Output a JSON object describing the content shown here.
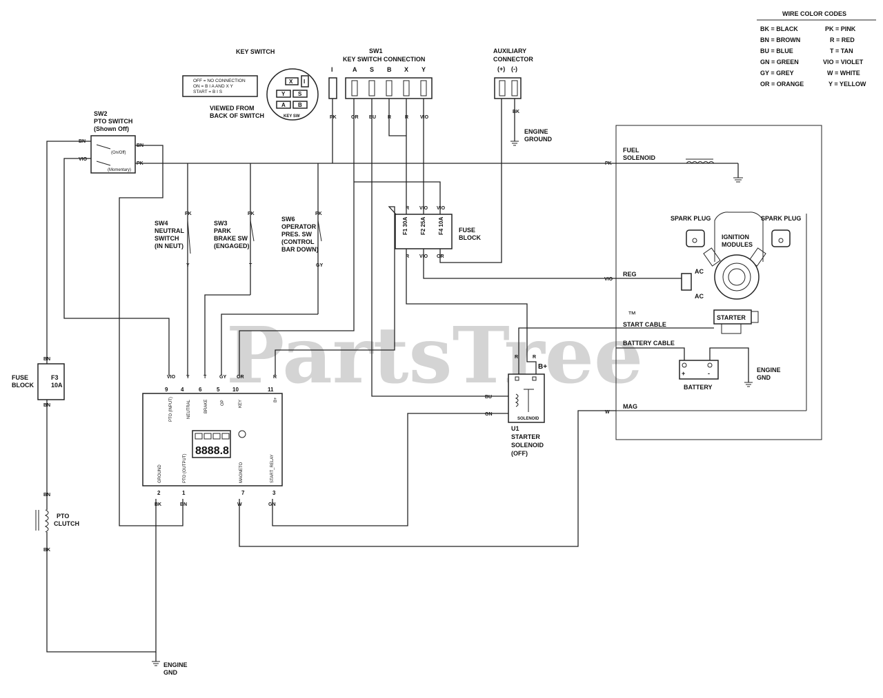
{
  "watermark": "PartsTree",
  "trademark": "™",
  "legend": {
    "title": "WIRE COLOR CODES",
    "left": [
      "BK = BLACK",
      "BN = BROWN",
      "BU = BLUE",
      "GN = GREEN",
      "GY = GREY",
      "OR = ORANGE"
    ],
    "right": [
      "PK = PINK",
      "R = RED",
      "T = TAN",
      "VIO = VIOLET",
      "W = WHITE",
      "Y = YELLOW"
    ]
  },
  "key_switch": {
    "title": "KEY SWITCH",
    "table": [
      "OFF = NO CONNECTION",
      "ON = B I A AND X Y",
      "START = B I S"
    ],
    "viewed": [
      "VIEWED FROM",
      "BACK OF SWITCH"
    ],
    "face_label": "KEY SW",
    "terminals": [
      "X",
      "I",
      "Y",
      "S",
      "A",
      "B"
    ]
  },
  "sw1": {
    "title": [
      "SW1",
      "KEY SWITCH CONNECTION"
    ],
    "pins": [
      "I",
      "A",
      "S",
      "B",
      "X",
      "Y"
    ],
    "wires": [
      "PK",
      "OR",
      "BU",
      "R",
      "R",
      "VIO"
    ]
  },
  "aux": {
    "title": [
      "AUXILIARY",
      "CONNECTOR"
    ],
    "pins": [
      "(+)",
      "(-)"
    ],
    "wire": "BK",
    "ground": [
      "ENGINE",
      "GROUND"
    ]
  },
  "sw2": {
    "title": [
      "SW2",
      "PTO SWITCH",
      "(Shown Off)"
    ],
    "labels": [
      "(On/Off)",
      "(Momentary)"
    ],
    "wires": [
      "BN",
      "VIO",
      "BN",
      "PK"
    ]
  },
  "sw4": {
    "title": [
      "SW4",
      "NEUTRAL",
      "SWITCH",
      "(IN NEUT)"
    ],
    "top": "PK",
    "bottom": "Y"
  },
  "sw3": {
    "title": [
      "SW3",
      "PARK",
      "BRAKE SW",
      "(ENGAGED)"
    ],
    "top": "PK",
    "bottom": "T"
  },
  "sw6": {
    "title": [
      "SW6",
      "OPERATOR",
      "PRES. SW",
      "(CONTROL",
      "BAR DOWN)"
    ],
    "top": "PK",
    "bottom": "GY"
  },
  "fuse_block": {
    "title": [
      "FUSE",
      "BLOCK"
    ],
    "fuses": [
      "F1 30A",
      "F2 25A",
      "F4 10A"
    ],
    "top_wires": [
      "R",
      "VIO",
      "VIO"
    ],
    "bottom_wires": [
      "R",
      "VIO",
      "OR"
    ]
  },
  "fuse_f3": {
    "title": [
      "FUSE",
      "BLOCK"
    ],
    "name": "F3",
    "rating": "10A",
    "wires": [
      "BN",
      "BN"
    ]
  },
  "pto_clutch": {
    "title": [
      "PTO",
      "CLUTCH"
    ],
    "wires": [
      "BN",
      "BK"
    ]
  },
  "module": {
    "top_pins": [
      {
        "num": "9",
        "wire": "VIO",
        "name": "PTO (INPUT)"
      },
      {
        "num": "4",
        "wire": "Y",
        "name": "NEUTRAL"
      },
      {
        "num": "6",
        "wire": "T",
        "name": "BRAKE"
      },
      {
        "num": "5",
        "wire": "GY",
        "name": "OP"
      },
      {
        "num": "10",
        "wire": "OR",
        "name": "KEY"
      },
      {
        "num": "11",
        "wire": "R",
        "name": "B+"
      }
    ],
    "bottom_pins": [
      {
        "num": "2",
        "wire": "BK",
        "name": "GROUND"
      },
      {
        "num": "1",
        "wire": "BN",
        "name": "PTO (OUTPUT)"
      },
      {
        "num": "7",
        "wire": "W",
        "name": "MAGNETO"
      },
      {
        "num": "3",
        "wire": "GN",
        "name": "START_RELAY"
      }
    ],
    "display": "8888.8"
  },
  "starter_solenoid": {
    "title": [
      "U1",
      "STARTER",
      "SOLENOID",
      "(OFF)"
    ],
    "label": "SOLENOID",
    "wires": [
      "R",
      "R",
      "BU",
      "GN"
    ],
    "bplus": "B+"
  },
  "engine": {
    "fuel_solenoid": [
      "FUEL",
      "SOLENOID"
    ],
    "spark_plug": "SPARK PLUG",
    "ignition": [
      "IGNITION",
      "MODULES"
    ],
    "reg": "REG",
    "ac": "AC",
    "start_cable": "START CABLE",
    "starter": "STARTER",
    "battery_cable": "BATTERY CABLE",
    "battery": "BATTERY",
    "battery_terms": [
      "+",
      "-"
    ],
    "engine_gnd": [
      "ENGINE",
      "GND"
    ],
    "mag": "MAG",
    "wires": [
      "PK",
      "VIO",
      "W"
    ]
  },
  "bottom_ground": [
    "ENGINE",
    "GND"
  ]
}
